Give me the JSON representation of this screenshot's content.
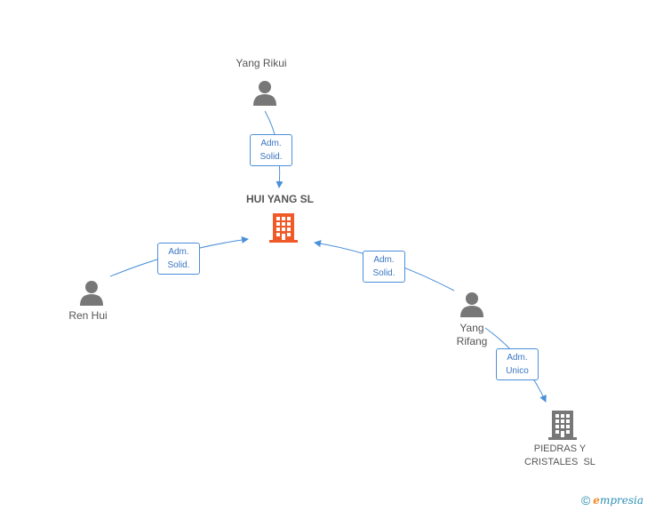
{
  "nodes": {
    "yang_rikui": {
      "name": "Yang Rikui",
      "icon": "person-icon"
    },
    "hui_yang": {
      "name": "HUI YANG SL",
      "icon": "building-icon"
    },
    "ren_hui": {
      "name": "Ren Hui",
      "icon": "person-icon"
    },
    "yang_rifang": {
      "name_line1": "Yang",
      "name_line2": "Rifang",
      "icon": "person-icon"
    },
    "piedras": {
      "name_line1": "PIEDRAS Y",
      "name_line2": "CRISTALES  SL",
      "icon": "building-icon"
    }
  },
  "edges": {
    "rikui_to_hui": {
      "line1": "Adm.",
      "line2": "Solid."
    },
    "ren_to_hui": {
      "line1": "Adm.",
      "line2": "Solid."
    },
    "rifang_to_hui": {
      "line1": "Adm.",
      "line2": "Solid."
    },
    "rifang_to_piedras": {
      "line1": "Adm.",
      "line2": "Unico"
    }
  },
  "brand": {
    "copyright": "©",
    "e": "e",
    "name": "mpresia"
  },
  "colors": {
    "edge": "#4a8fd9",
    "person": "#777777",
    "main_company": "#f05a28",
    "company": "#777777"
  }
}
